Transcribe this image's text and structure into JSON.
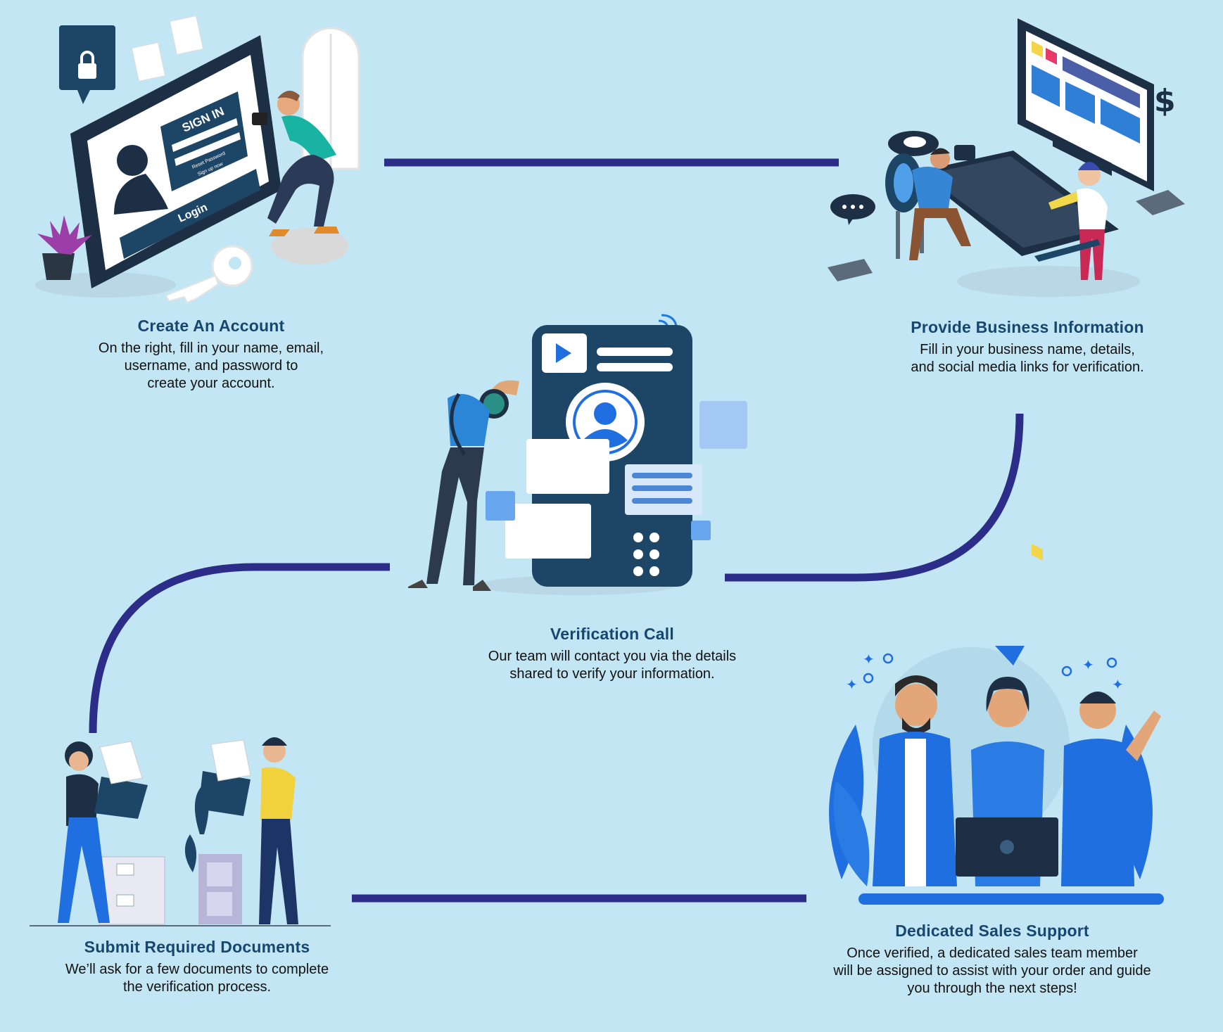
{
  "colors": {
    "background": "#c3e6f4",
    "connector": "#2b2d88",
    "title": "#17466f",
    "navy": "#1d4566",
    "blue": "#1f6fe0",
    "text": "#111111"
  },
  "steps": [
    {
      "title": "Create An Account",
      "description": "On the right, fill in your name, email,\nusername, and password to\ncreate your account.",
      "illustration": "tablet-login-icon"
    },
    {
      "title": "Provide Business Information",
      "description": "Fill in your business name, details,\nand social media links for verification.",
      "illustration": "monitor-keyboard-icon"
    },
    {
      "title": "Verification Call",
      "description": "Our team will contact you via the details\nshared to verify your information.",
      "illustration": "phone-photographer-icon"
    },
    {
      "title": "Submit Required Documents",
      "description": "We’ll ask for a few documents to complete\nthe verification process.",
      "illustration": "documents-filing-icon"
    },
    {
      "title": "Dedicated Sales Support",
      "description": "Once verified, a dedicated sales team member\nwill be assigned to assist with your order and guide\nyou through the next steps!",
      "illustration": "sales-team-icon"
    }
  ],
  "illustration_text": {
    "sign_in": "SIGN IN",
    "reset_password": "Reset Password",
    "sign_up": "Sign up now",
    "login": "Login"
  }
}
